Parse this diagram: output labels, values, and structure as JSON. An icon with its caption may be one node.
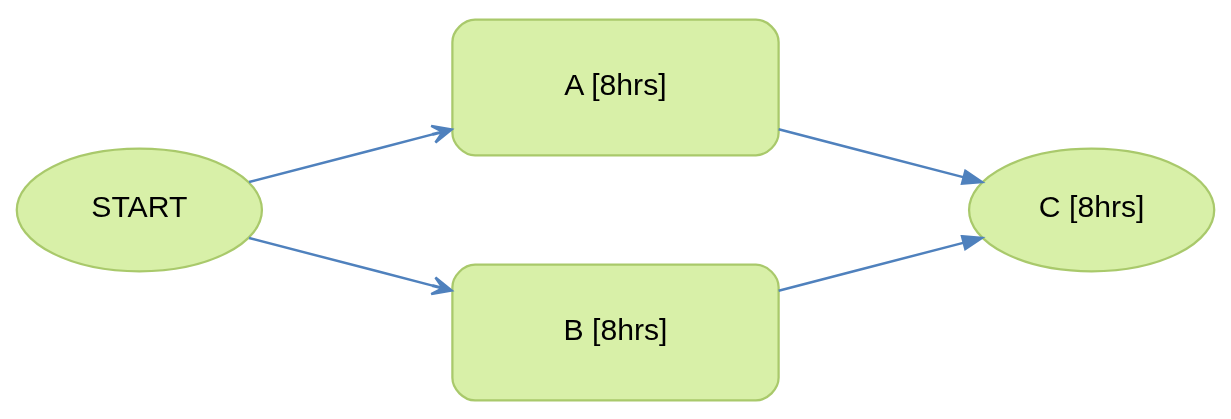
{
  "diagram": {
    "nodes": [
      {
        "text": [
          "START"
        ]
      },
      {
        "text": [
          "A [8hrs]"
        ]
      },
      {
        "text": [
          "B [8hrs]"
        ]
      },
      {
        "text": [
          "C [8hrs]"
        ]
      }
    ],
    "edges": [
      {
        "from": 0,
        "to": 1,
        "arrow": "to"
      },
      {
        "from": 0,
        "to": 2,
        "arrow": "to"
      },
      {
        "from": 1,
        "to": 3,
        "arrow": "to"
      },
      {
        "from": 2,
        "to": 3,
        "arrow": "to"
      }
    ]
  }
}
